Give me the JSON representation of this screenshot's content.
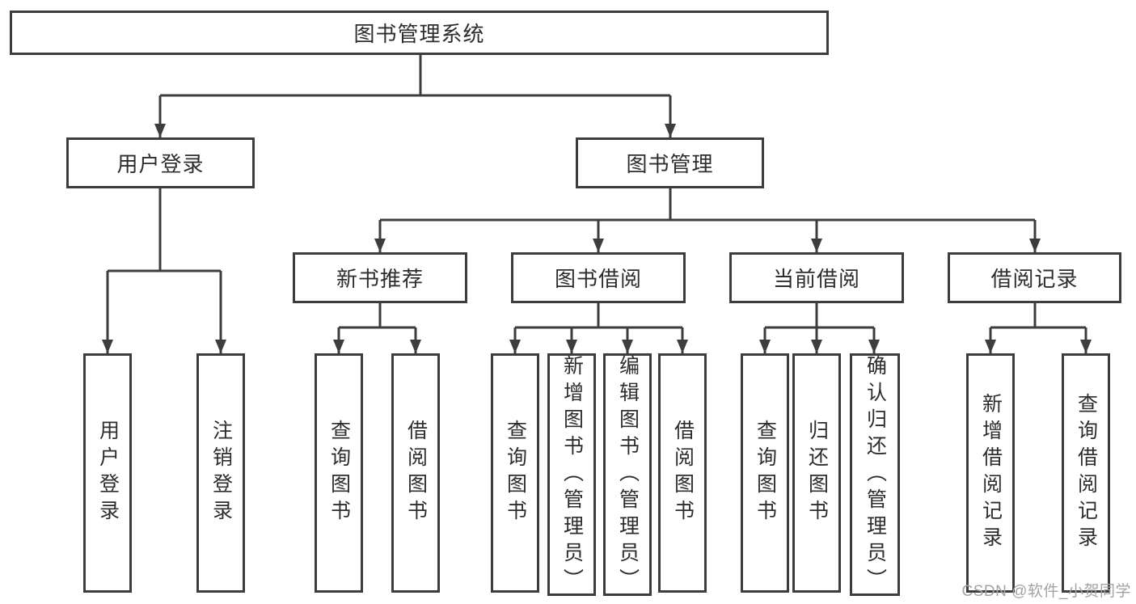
{
  "diagram": {
    "title": "图书管理系统",
    "tree": {
      "root": "图书管理系统",
      "user_login": {
        "label": "用户登录",
        "children": [
          "用户登录",
          "注销登录"
        ]
      },
      "book_management": {
        "label": "图书管理",
        "groups": [
          {
            "label": "新书推荐",
            "children": [
              "查询图书",
              "借阅图书"
            ]
          },
          {
            "label": "图书借阅",
            "children": [
              "查询图书",
              "新增图书（管理员）",
              "编辑图书（管理员）",
              "借阅图书"
            ]
          },
          {
            "label": "当前借阅",
            "children": [
              "查询图书",
              "归还图书",
              "确认归还（管理员）"
            ]
          },
          {
            "label": "借阅记录",
            "children": [
              "新增借阅记录",
              "查询借阅记录"
            ]
          }
        ]
      }
    },
    "colors": {
      "line": "#3d3d3d",
      "text": "#2d2d2d",
      "background": "#ffffff",
      "watermark": "#a3a3a3"
    }
  },
  "watermark": "CSDN @软件_小贺同学"
}
